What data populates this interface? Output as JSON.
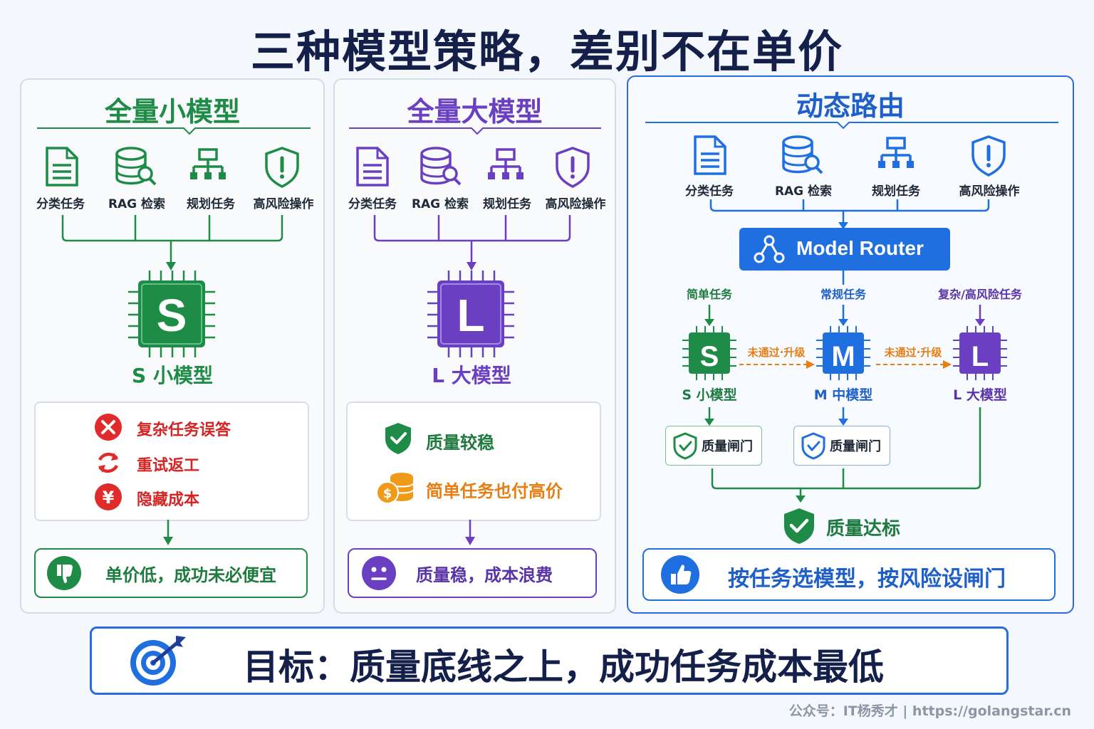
{
  "title": "三种模型策略，差别不在单价",
  "panels": {
    "small": {
      "heading": "全量小模型",
      "tasks": [
        "分类任务",
        "RAG 检索",
        "规划任务",
        "高风险操作"
      ],
      "chip_letter": "S",
      "chip_label": "S 小模型",
      "issues": [
        "复杂任务误答",
        "重试返工",
        "隐藏成本"
      ],
      "verdict": "单价低，成功未必便宜",
      "color": "#1e8c46"
    },
    "large": {
      "heading": "全量大模型",
      "tasks": [
        "分类任务",
        "RAG 检索",
        "规划任务",
        "高风险操作"
      ],
      "chip_letter": "L",
      "chip_label": "L 大模型",
      "points": [
        "质量较稳",
        "简单任务也付高价"
      ],
      "verdict": "质量稳，成本浪费",
      "color": "#6a3fc1"
    },
    "dynamic": {
      "heading": "动态路由",
      "tasks": [
        "分类任务",
        "RAG 检索",
        "规划任务",
        "高风险操作"
      ],
      "router": "Model Router",
      "routes": [
        "简单任务",
        "常规任务",
        "复杂/高风险任务"
      ],
      "chips": [
        {
          "letter": "S",
          "label": "S 小模型"
        },
        {
          "letter": "M",
          "label": "M 中模型"
        },
        {
          "letter": "L",
          "label": "L 大模型"
        }
      ],
      "upgrade_label": "未通过·升级",
      "gate_label": "质量闸门",
      "result": "质量达标",
      "verdict": "按任务选模型，按风险设闸门",
      "color": "#1f6fe0"
    }
  },
  "goal": "目标：质量底线之上，成功任务成本最低",
  "footer": "公众号：IT杨秀才 | https://golangstar.cn"
}
